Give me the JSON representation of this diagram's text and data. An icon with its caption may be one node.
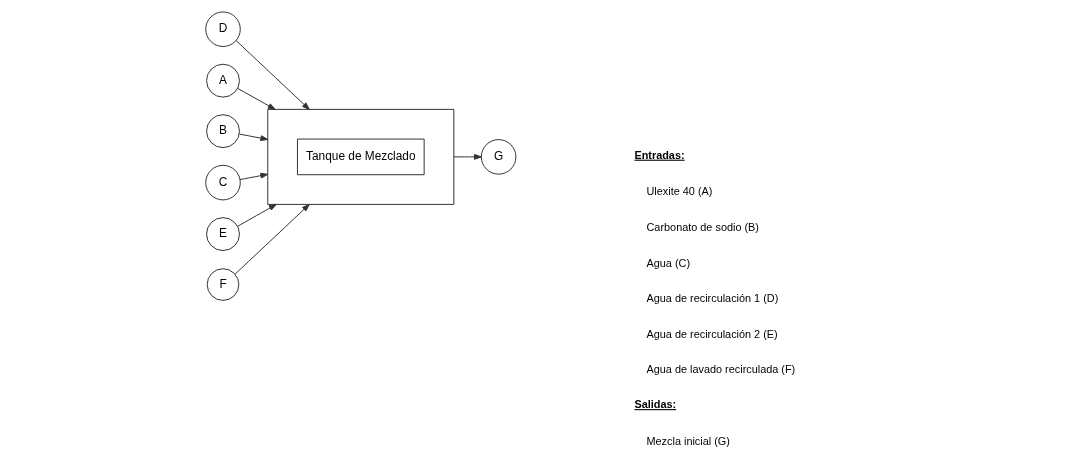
{
  "diagram": {
    "nodes": [
      {
        "text": [
          "D"
        ]
      },
      {
        "text": [
          "A"
        ]
      },
      {
        "text": [],
        "shape": "box"
      },
      {
        "text": [
          "Tanque de Mezclado"
        ],
        "in": 2
      },
      {
        "text": [
          "G"
        ]
      },
      {
        "text": [
          "B"
        ]
      },
      {
        "text": [
          "C"
        ]
      },
      {
        "text": [
          "E"
        ]
      },
      {
        "text": [
          "F"
        ]
      }
    ],
    "edges": [
      {
        "from": 0,
        "to": 2,
        "arrow": "to"
      },
      {
        "from": 1,
        "to": 2,
        "arrow": "to"
      },
      {
        "from": 5,
        "to": 2,
        "arrow": "to"
      },
      {
        "from": 6,
        "to": 2,
        "arrow": "to"
      },
      {
        "from": 7,
        "to": 2,
        "arrow": "to"
      },
      {
        "from": 8,
        "to": 2,
        "arrow": "to"
      },
      {
        "from": 2,
        "to": 4,
        "arrow": "to"
      }
    ],
    "labels": [
      "Entradas:",
      "Ulexite 40 (A)",
      "Carbonato de sodio (B)",
      "Agua (C)",
      "Agua de recirculación 1 (D)",
      "Agua de recirculación 2 (E)",
      "Agua de lavado recirculada (F)",
      "Salidas:",
      "Mezcla inicial (G)"
    ]
  }
}
